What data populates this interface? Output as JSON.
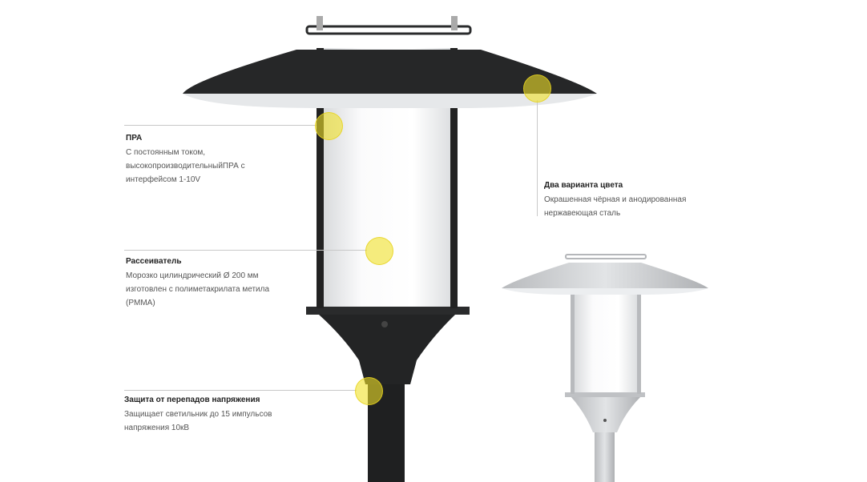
{
  "colors": {
    "accent_dot": "#f0e128",
    "lamp_black": "#232425",
    "lamp_silver": "#c9cbcd"
  },
  "features": [
    {
      "title": "ПРА",
      "lines": [
        "С постоянным током,",
        "высокопроизводительныйПРА с",
        "интерфейсом 1-10V"
      ]
    },
    {
      "title": "Рассеиватель",
      "lines": [
        "Морозко цилиндрический Ø 200 мм",
        "изготовлен с полиметакрилата метила",
        "(PMMA)"
      ]
    },
    {
      "title": "Защита от перепадов напряжения",
      "lines": [
        "Защищает светильник до 15 импульсов",
        "напряжения 10кВ"
      ]
    },
    {
      "title": "Два варианта цвета",
      "lines": [
        "Окрашенная чёрная и анодированная",
        "нержавеющая сталь"
      ]
    }
  ]
}
